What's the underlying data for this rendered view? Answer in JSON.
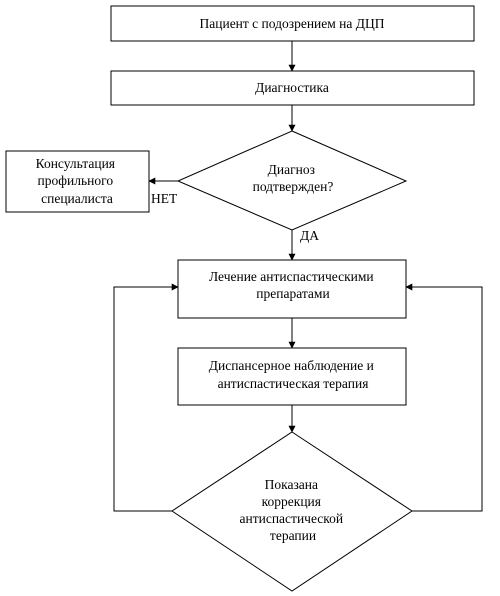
{
  "nodes": {
    "start": {
      "lines": [
        "Пациент с подозрением на ДЦП"
      ]
    },
    "diagnostics": {
      "lines": [
        "Диагностика"
      ]
    },
    "decision": {
      "lines": [
        "Диагноз",
        "подтвержден?"
      ]
    },
    "consult": {
      "lines": [
        "Консультация",
        "профильного",
        "специалиста"
      ]
    },
    "treatment": {
      "lines": [
        "Лечение антиспастическими",
        "препаратами"
      ]
    },
    "dispensary": {
      "lines": [
        "Диспансерное наблюдение и",
        "антиспастическая терапия"
      ]
    },
    "correction": {
      "lines": [
        "Показана",
        "коррекция",
        "антиспастической",
        "терапии"
      ]
    }
  },
  "edge_labels": {
    "no": "НЕТ",
    "yes": "ДА"
  }
}
